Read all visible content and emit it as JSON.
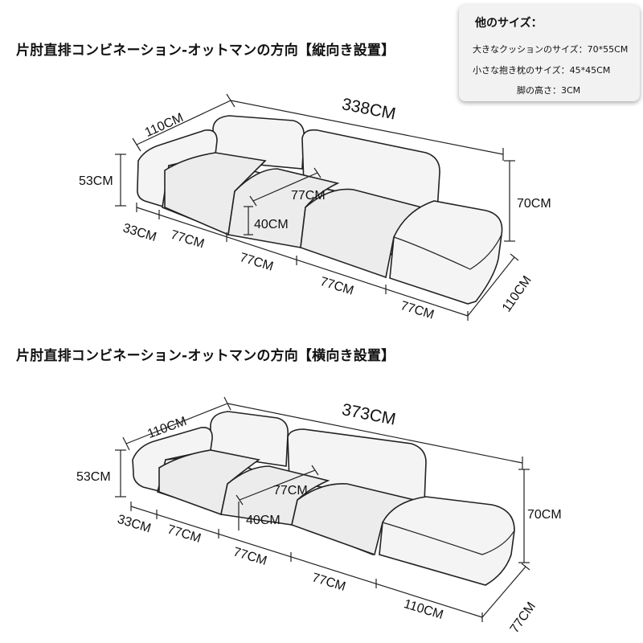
{
  "title_vertical": "片肘直排コンビネーション-オットマンの方向【縦向き設置】",
  "title_horizontal": "片肘直排コンビネーション-オットマンの方向【横向き設置】",
  "info_card": {
    "header": "他のサイズ：",
    "line1": "大きなクッションのサイズ：70*55CM",
    "line2": "小さな抱き枕のサイズ：45*45CM",
    "line3": "脚の高さ：3CM"
  },
  "diagram_vertical": {
    "total_length": "338CM",
    "depth": "110CM",
    "arm_height": "53CM",
    "back_height": "70CM",
    "seat_depth": "77CM",
    "seat_height": "40CM",
    "arm_width": "33CM",
    "seat_w1": "77CM",
    "seat_w2": "77CM",
    "seat_w3": "77CM",
    "ottoman_w": "77CM",
    "ottoman_d": "110CM"
  },
  "diagram_horizontal": {
    "total_length": "373CM",
    "depth": "110CM",
    "arm_height": "53CM",
    "back_height": "70CM",
    "seat_depth": "77CM",
    "seat_height": "40CM",
    "arm_width": "33CM",
    "seat_w1": "77CM",
    "seat_w2": "77CM",
    "seat_w3": "77CM",
    "ottoman_w": "110CM",
    "ottoman_d": "77CM"
  }
}
